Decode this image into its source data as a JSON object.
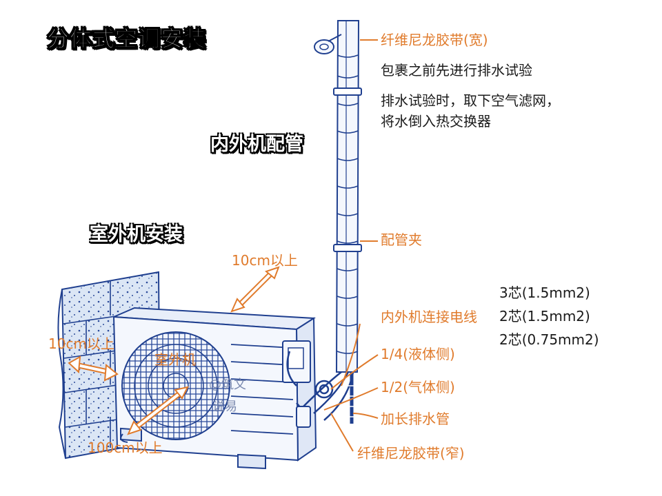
{
  "title": "分体式空调安装",
  "sections": {
    "piping": "内外机配管",
    "outdoor_install": "室外机安装"
  },
  "unit_label": "室外机",
  "clearances": {
    "top": "10cm以上",
    "side": "10cm以上",
    "front": "100cm以上"
  },
  "callouts": {
    "tape_wide": "纤维尼龙胶带(宽)",
    "note_1": "包裹之前先进行排水试验",
    "note_2": "排水试验时，取下空气滤网，",
    "note_3": "将水倒入热交换器",
    "pipe_clamp": "配管夹",
    "cable": "内外机连接电线",
    "cable_spec_1": "3芯(1.5mm2)",
    "cable_spec_2": "2芯(1.5mm2)",
    "cable_spec_3": "2芯(0.75mm2)",
    "liquid_pipe": "1/4(液体侧)",
    "gas_pipe": "1/2(气体侧)",
    "drain_ext": "加长排水管",
    "tape_narrow": "纤维尼龙胶带(窄)"
  },
  "watermark": {
    "line1": "@筑文",
    "line2": "说易"
  },
  "colors": {
    "line": "#1f3f8f",
    "fill": "#eef3fb",
    "accent": "#e07b2c",
    "wall": "#dbe6f5"
  }
}
